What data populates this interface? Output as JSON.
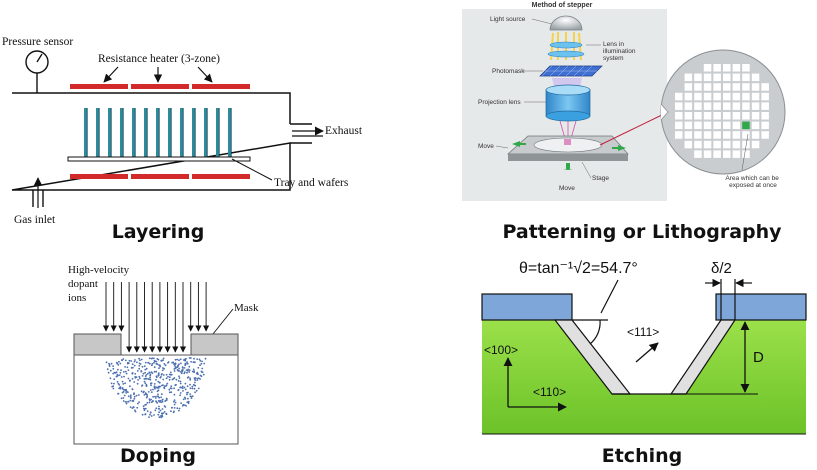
{
  "colors": {
    "heater_red": "#d22a2a",
    "wafer_teal": "#2e8b9e",
    "litho_bg": "#e6e9ea",
    "lens_blue": "#3aa0e0",
    "beam_yellow": "#f4d24a",
    "move_green": "#2fa84a",
    "si_green": "#7fd23a",
    "oxide_blue": "#7fa6d8",
    "wafer_red_arrow": "#c2223f"
  },
  "layering": {
    "pressure_sensor": "Pressure sensor",
    "heater": "Resistance heater (3-zone)",
    "exhaust": "Exhaust",
    "tray": "Tray and wafers",
    "gas_inlet": "Gas inlet",
    "caption": "Layering"
  },
  "litho": {
    "title": "Method of stepper",
    "light_source": "Light source",
    "lens_illum": [
      "Lens in",
      "illumination",
      "system"
    ],
    "photomask": "Photomask",
    "projection_lens": "Projection lens",
    "move_left": "Move",
    "move_bottom": "Move",
    "stage": "Stage",
    "exposed": [
      "Area which can be",
      "exposed at once"
    ],
    "caption": "Patterning or Lithography"
  },
  "doping": {
    "label": [
      "High-velocity",
      "dopant",
      "ions"
    ],
    "mask": "Mask",
    "caption": "Doping"
  },
  "etching": {
    "theta": "θ=tan⁻¹√2=54.7°",
    "delta": "δ/2",
    "dir_111": "<111>",
    "dir_100": "<100>",
    "dir_110": "<110>",
    "depth": "D",
    "caption": "Etching"
  }
}
